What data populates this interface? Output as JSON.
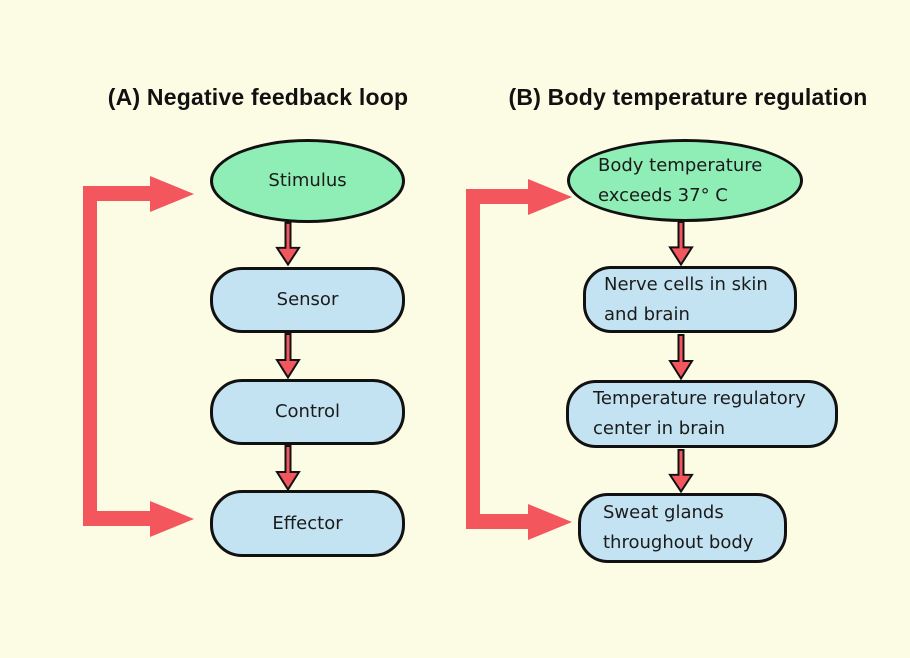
{
  "colors": {
    "background": "#fcfbe4",
    "stimulus_green": "#8feeb5",
    "process_blue": "#c4e3f2",
    "arrow_red": "#f4565e",
    "outline_black": "#111111"
  },
  "panel_a": {
    "title": "(A) Negative feedback loop",
    "nodes": {
      "stimulus": {
        "label": "Stimulus"
      },
      "sensor": {
        "label": "Sensor"
      },
      "control": {
        "label": "Control"
      },
      "effector": {
        "label": "Effector"
      }
    }
  },
  "panel_b": {
    "title": "(B) Body temperature regulation",
    "nodes": {
      "trigger": {
        "label": "Body temperature exceeds 37° C",
        "lines": [
          "Body temperature",
          "exceeds 37° C"
        ]
      },
      "sensor": {
        "label": "Nerve cells in skin and brain",
        "lines": [
          "Nerve cells in skin",
          "and brain"
        ]
      },
      "control": {
        "label": "Temperature regulatory center in brain",
        "lines": [
          "Temperature regulatory",
          "center in brain"
        ]
      },
      "effector": {
        "label": "Sweat glands throughout body",
        "lines": [
          "Sweat glands",
          "throughout body"
        ]
      }
    }
  }
}
